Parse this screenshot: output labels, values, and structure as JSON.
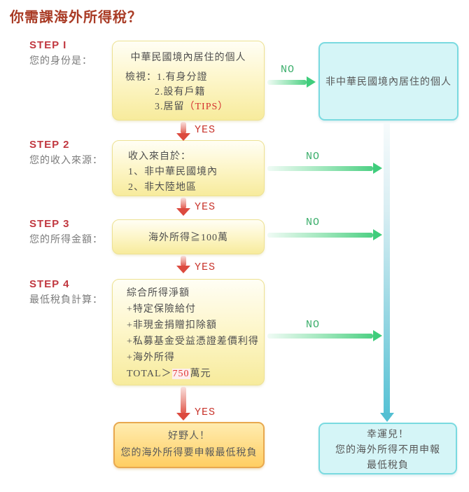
{
  "title": "你需課海外所得稅？",
  "labels": {
    "yes": "YES",
    "no": "NO"
  },
  "steps": {
    "step1": {
      "id": "STEP I",
      "label": "您的身份是："
    },
    "step2": {
      "id": "STEP 2",
      "label": "您的收入來源："
    },
    "step3": {
      "id": "STEP 3",
      "label": "您的所得金額："
    },
    "step4": {
      "id": "STEP 4",
      "label": "最低稅負計算："
    }
  },
  "flow": {
    "identity_box": {
      "title": "中華民國境內居住的個人",
      "check_line1": "檢視：1.有身分證",
      "check_line2": "2.設有戶籍",
      "check_line3_prefix": "3.居留",
      "check_line3_tips": "（TIPS）"
    },
    "nonresident_box": {
      "text": "非中華民國境內居住的個人"
    },
    "income_box": {
      "line1": "收入來自於：",
      "line2": "1、非中華民國境內",
      "line3": "2、非大陸地區"
    },
    "amount_box": {
      "text": "海外所得≧100萬"
    },
    "calc_box": {
      "line1": "綜合所得淨額",
      "line2": "+特定保險給付",
      "line3": "+非現金捐贈扣除額",
      "line4": "+私募基金受益憑證差價利得",
      "line5": "+海外所得",
      "total_prefix": "TOTAL＞",
      "total_value": "750",
      "total_suffix": "萬元"
    },
    "rich_box": {
      "line1": "好野人！",
      "line2": "您的海外所得要申報最低稅負"
    },
    "lucky_box": {
      "line1": "幸運兒！",
      "line2": "您的海外所得不用申報",
      "line3": "最低稅負"
    }
  },
  "colors": {
    "title_red": "#A93B25",
    "step_red": "#C13840",
    "caption_gray": "#7B7B7B",
    "box_text_gray": "#4F4F4F",
    "yes_red": "#C8332B",
    "no_green": "#3BAE6B",
    "tips_red": "#D43030",
    "highlight_red": "#E03131",
    "yellow_box_border": "#EDE193",
    "orange_box_border": "#E8A84F",
    "cyan_box_border": "#7ADAE0",
    "green_arrow": "#3FCD7C",
    "red_arrow": "#DC4A3F",
    "teal_line": "#57C2D5"
  }
}
